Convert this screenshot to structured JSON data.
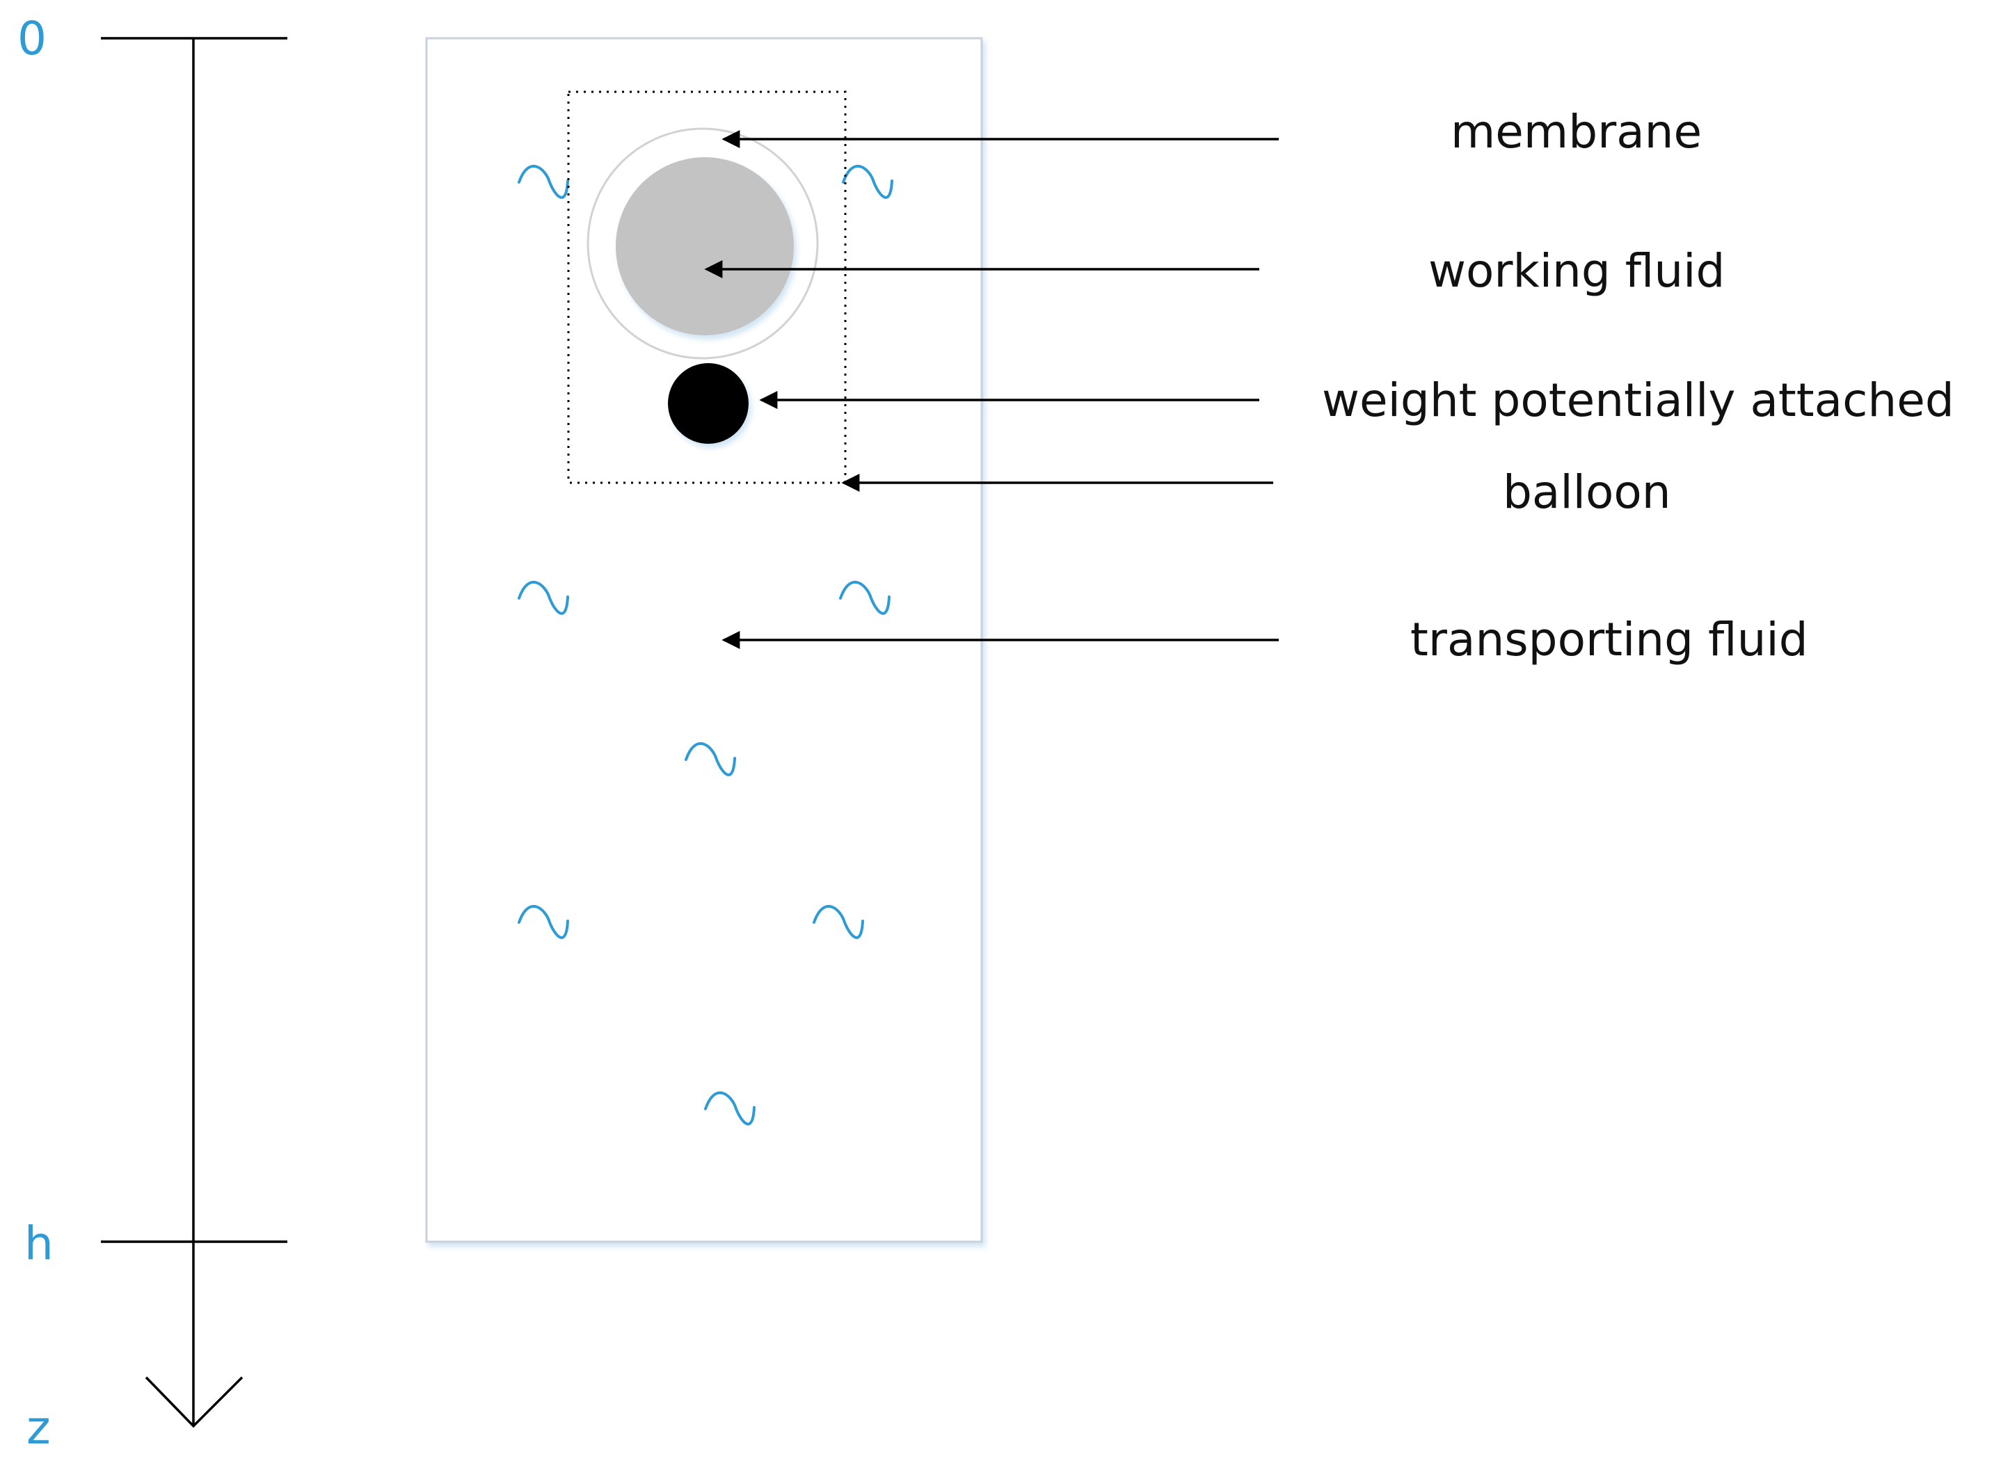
{
  "axis": {
    "top_label": "0",
    "bottom_label": "h",
    "direction_label": "z"
  },
  "labels": {
    "membrane": "membrane",
    "working_fluid": "working fluid",
    "weight": "weight potentially attached",
    "balloon": "balloon",
    "transporting_fluid": "transporting fluid"
  },
  "colors": {
    "axis_label": "#2f9bd6",
    "wave": "#2f9bd6",
    "working_fluid": "#c3c3c3",
    "membrane_outline": "#d2d2d2",
    "weight": "#000000",
    "container_border": "#c9d2dc",
    "line": "#000000",
    "text": "#111111"
  }
}
